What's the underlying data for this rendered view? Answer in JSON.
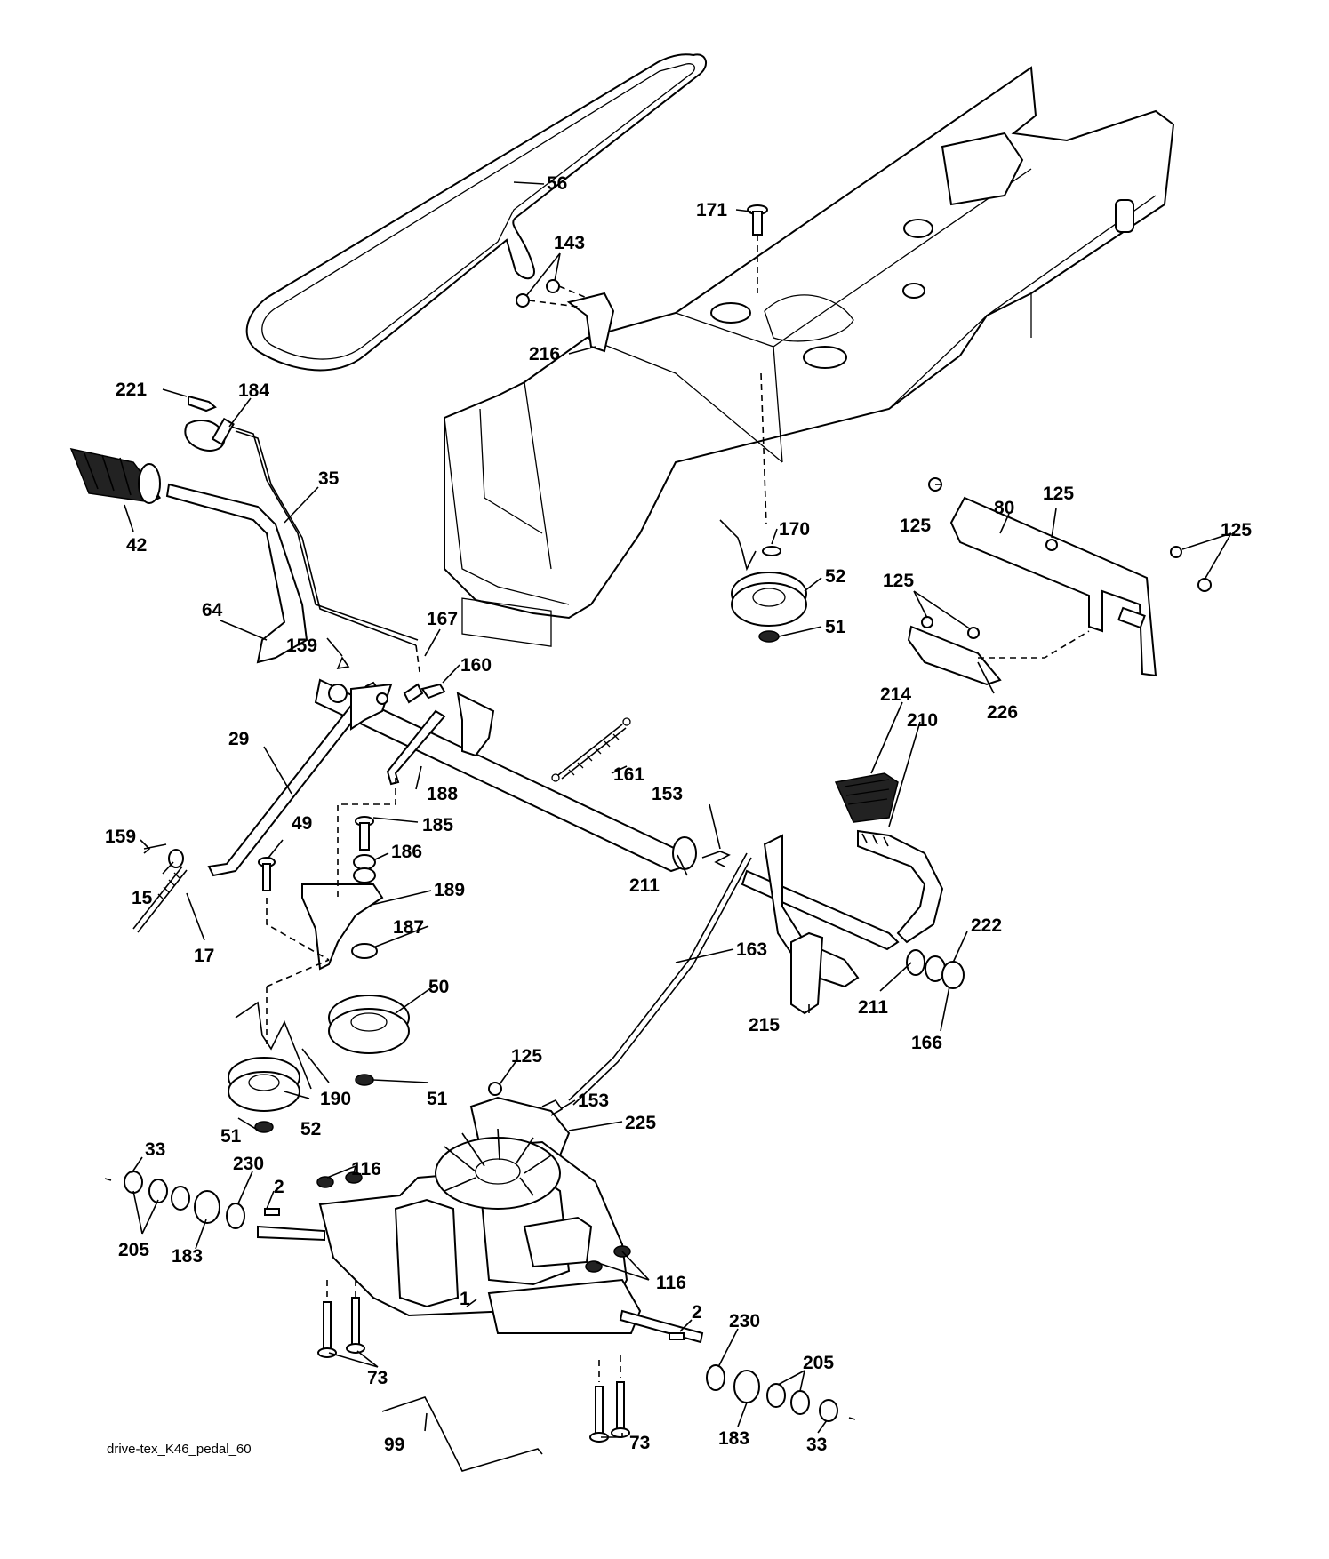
{
  "diagram_caption": "drive-tex_K46_pedal_60",
  "callouts": [
    {
      "id": "c56",
      "text": "56"
    },
    {
      "id": "c171",
      "text": "171"
    },
    {
      "id": "c143",
      "text": "143"
    },
    {
      "id": "c216",
      "text": "216"
    },
    {
      "id": "c221",
      "text": "221"
    },
    {
      "id": "c184",
      "text": "184"
    },
    {
      "id": "c35",
      "text": "35"
    },
    {
      "id": "c42",
      "text": "42"
    },
    {
      "id": "c64",
      "text": "64"
    },
    {
      "id": "c167",
      "text": "167"
    },
    {
      "id": "c159a",
      "text": "159"
    },
    {
      "id": "c160",
      "text": "160"
    },
    {
      "id": "c170",
      "text": "170"
    },
    {
      "id": "c52a",
      "text": "52"
    },
    {
      "id": "c51a",
      "text": "51"
    },
    {
      "id": "c125a",
      "text": "125"
    },
    {
      "id": "c80",
      "text": "80"
    },
    {
      "id": "c125b",
      "text": "125"
    },
    {
      "id": "c125c",
      "text": "125"
    },
    {
      "id": "c125d",
      "text": "125"
    },
    {
      "id": "c226",
      "text": "226"
    },
    {
      "id": "c29",
      "text": "29"
    },
    {
      "id": "c161",
      "text": "161"
    },
    {
      "id": "c188",
      "text": "188"
    },
    {
      "id": "c214",
      "text": "214"
    },
    {
      "id": "c210",
      "text": "210"
    },
    {
      "id": "c185",
      "text": "185"
    },
    {
      "id": "c153a",
      "text": "153"
    },
    {
      "id": "c159b",
      "text": "159"
    },
    {
      "id": "c49",
      "text": "49"
    },
    {
      "id": "c186",
      "text": "186"
    },
    {
      "id": "c211a",
      "text": "211"
    },
    {
      "id": "c15",
      "text": "15"
    },
    {
      "id": "c189",
      "text": "189"
    },
    {
      "id": "c17",
      "text": "17"
    },
    {
      "id": "c187",
      "text": "187"
    },
    {
      "id": "c222",
      "text": "222"
    },
    {
      "id": "c163",
      "text": "163"
    },
    {
      "id": "c50",
      "text": "50"
    },
    {
      "id": "c211b",
      "text": "211"
    },
    {
      "id": "c215",
      "text": "215"
    },
    {
      "id": "c166",
      "text": "166"
    },
    {
      "id": "c125e",
      "text": "125"
    },
    {
      "id": "c190",
      "text": "190"
    },
    {
      "id": "c51b",
      "text": "51"
    },
    {
      "id": "c153b",
      "text": "153"
    },
    {
      "id": "c52b",
      "text": "52"
    },
    {
      "id": "c51c",
      "text": "51"
    },
    {
      "id": "c225",
      "text": "225"
    },
    {
      "id": "c33a",
      "text": "33"
    },
    {
      "id": "c230a",
      "text": "230"
    },
    {
      "id": "c116a",
      "text": "116"
    },
    {
      "id": "c2a",
      "text": "2"
    },
    {
      "id": "c205a",
      "text": "205"
    },
    {
      "id": "c183a",
      "text": "183"
    },
    {
      "id": "c116b",
      "text": "116"
    },
    {
      "id": "c2b",
      "text": "2"
    },
    {
      "id": "c1",
      "text": "1"
    },
    {
      "id": "c230b",
      "text": "230"
    },
    {
      "id": "c205b",
      "text": "205"
    },
    {
      "id": "c73a",
      "text": "73"
    },
    {
      "id": "c183b",
      "text": "183"
    },
    {
      "id": "c33b",
      "text": "33"
    },
    {
      "id": "c99",
      "text": "99"
    },
    {
      "id": "c73b",
      "text": "73"
    }
  ]
}
